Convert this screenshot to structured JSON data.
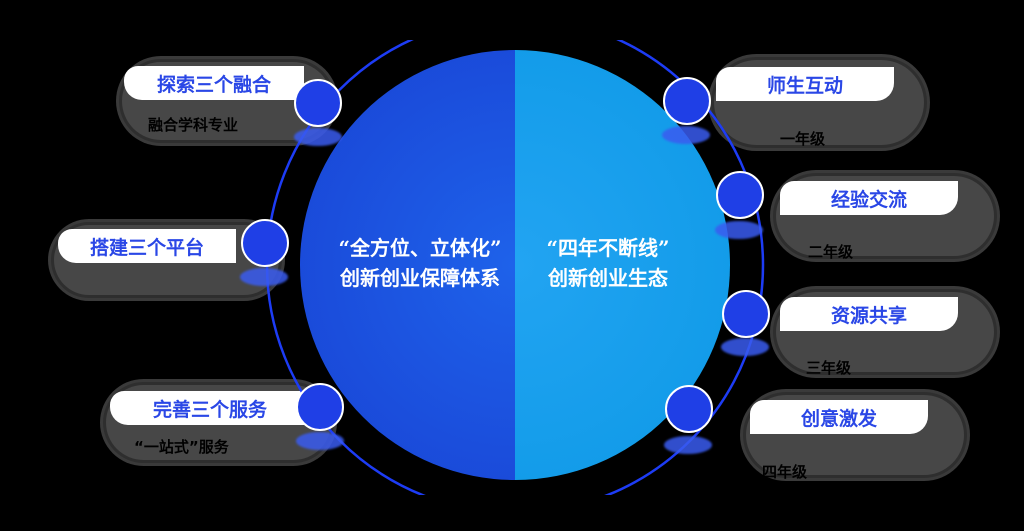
{
  "center": {
    "left_line1": "“全方位、立体化”",
    "left_line2": "创新创业保障体系",
    "right_line1": "“四年不断线”",
    "right_line2": "创新创业生态"
  },
  "left_items": [
    {
      "label": "探索三个融合",
      "sub": "融合学科专业"
    },
    {
      "label": "搭建三个平台",
      "sub": ""
    },
    {
      "label": "完善三个服务",
      "sub": "“一站式”服务"
    }
  ],
  "right_items": [
    {
      "label": "师生互动",
      "sub": "一年级"
    },
    {
      "label": "经验交流",
      "sub": "二年级"
    },
    {
      "label": "资源共享",
      "sub": "三年级"
    },
    {
      "label": "创意激发",
      "sub": "四年级"
    }
  ],
  "colors": {
    "node": "#1f3fe6",
    "left_half": "#1a48d8",
    "right_half": "#119be8",
    "label_text": "#2a47e6"
  }
}
